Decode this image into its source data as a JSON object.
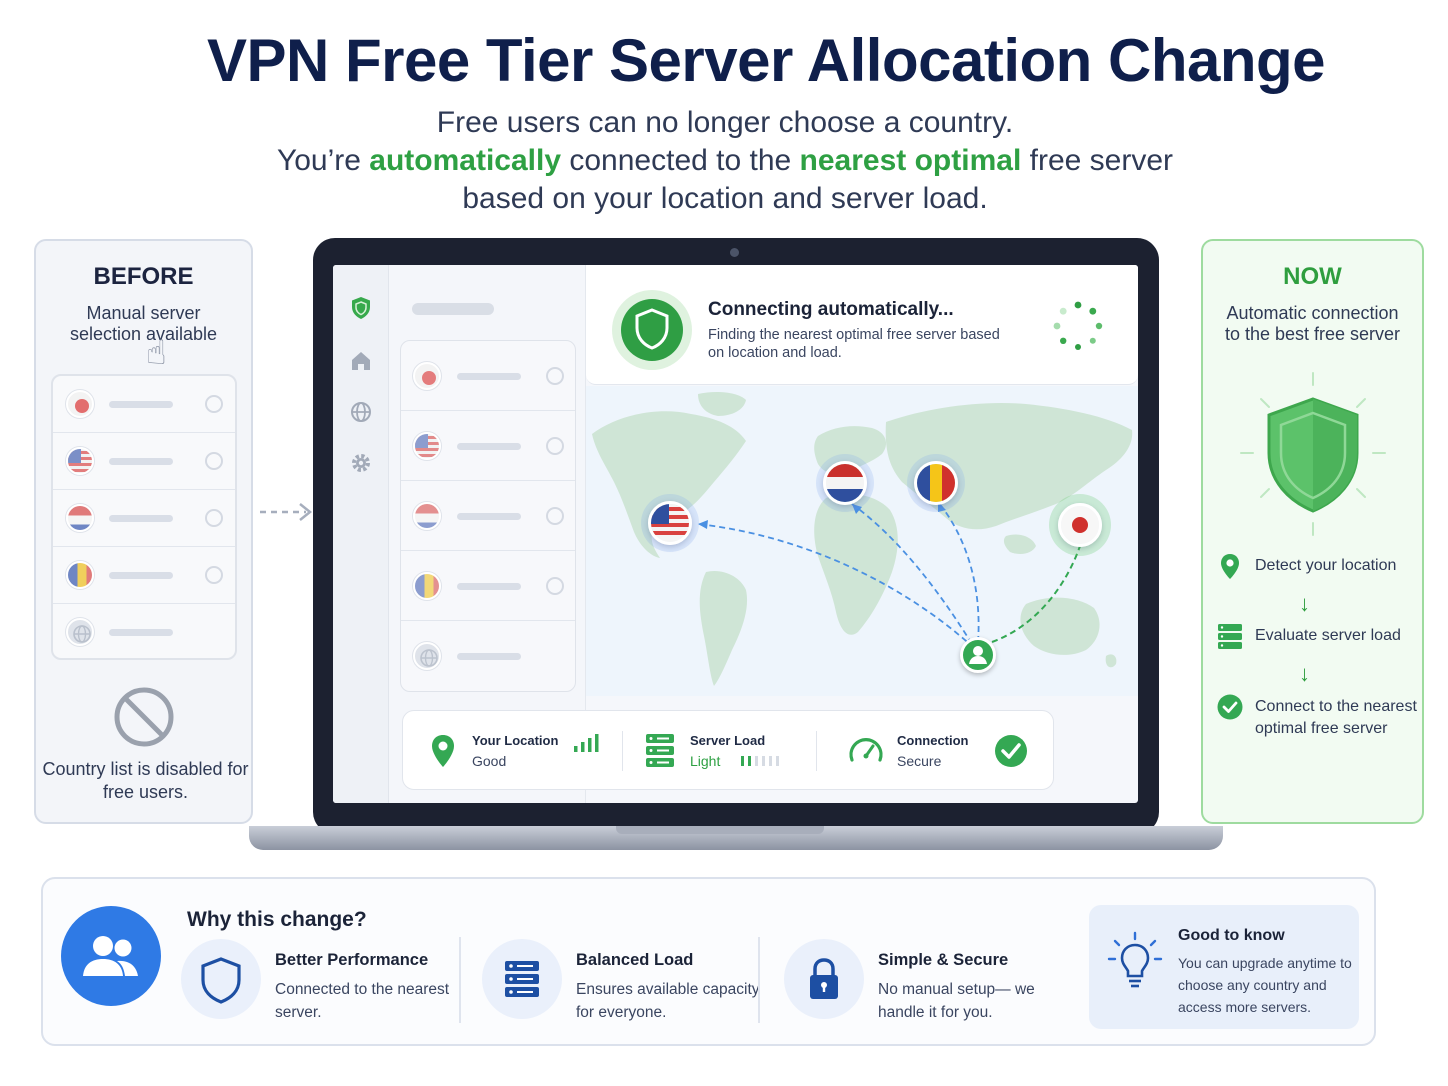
{
  "header": {
    "title": "VPN Free Tier Server Allocation Change",
    "subtitle_line1": "Free users can no longer choose a country.",
    "subtitle_line2_pre": "You’re ",
    "subtitle_line2_hl1": "automatically",
    "subtitle_line2_mid": " connected to the ",
    "subtitle_line2_hl2": "nearest optimal",
    "subtitle_line2_post": " free server",
    "subtitle_line3": "based on your location and server load."
  },
  "before": {
    "heading": "BEFORE",
    "subheading": "Manual server selection available",
    "disabled_note": "Country list is disabled for free users."
  },
  "now": {
    "heading": "NOW",
    "subheading": "Automatic connection to the best free server",
    "steps": [
      {
        "icon": "location-pin-icon",
        "label": "Detect your location"
      },
      {
        "icon": "server-icon",
        "label": "Evaluate server load"
      },
      {
        "icon": "check-circle-icon",
        "label": "Connect to the nearest optimal free server"
      }
    ]
  },
  "app": {
    "connect_title": "Connecting automatically...",
    "connect_sub": "Finding the nearest optimal free server based on location and load.",
    "status": {
      "location_label": "Your Location",
      "location_value": "Good",
      "load_label": "Server Load",
      "load_value": "Light",
      "conn_label": "Connection",
      "conn_value": "Secure"
    }
  },
  "why": {
    "title": "Why this change?",
    "features": [
      {
        "title": "Better Performance",
        "desc": "Connected to the nearest server.",
        "icon": "shield-icon"
      },
      {
        "title": "Balanced Load",
        "desc": "Ensures available capacity for everyone.",
        "icon": "server-stack-icon"
      },
      {
        "title": "Simple & Secure",
        "desc": "No manual setup— we handle it for you.",
        "icon": "lock-icon"
      }
    ],
    "good_to_know_title": "Good to know",
    "good_to_know_desc": "You can upgrade anytime to choose any country and access more servers."
  },
  "colors": {
    "accent_green": "#2ea043",
    "brand_blue": "#2f7ae5",
    "title_navy": "#0f1f4b"
  }
}
